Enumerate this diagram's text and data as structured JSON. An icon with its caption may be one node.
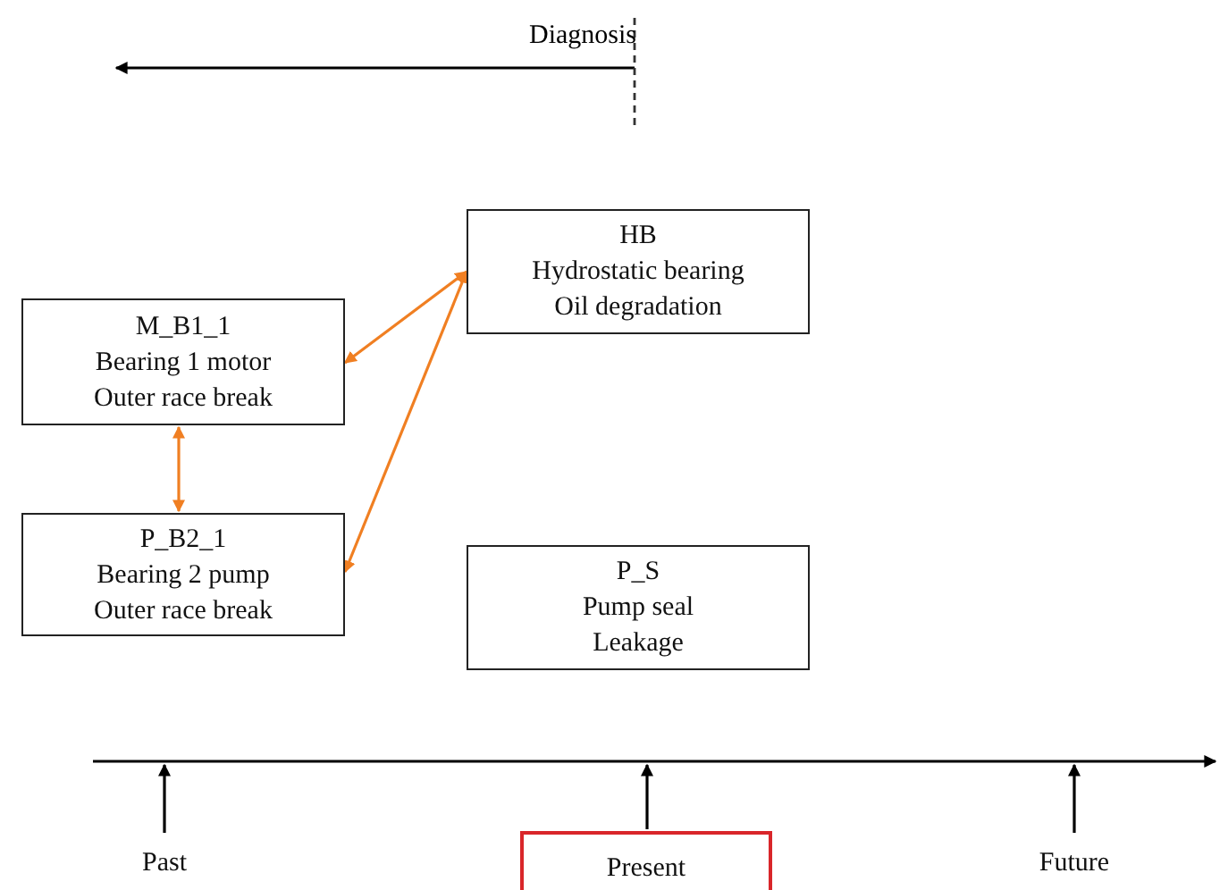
{
  "diagram": {
    "nodes": [
      {
        "text": [
          "HB",
          "Hydrostatic bearing Oil degradation"
        ]
      },
      {
        "text": [
          "M_B1_1",
          "Bearing 1 motor Outer race break"
        ]
      },
      {
        "text": [
          "P_B2_1",
          "Bearing 2 pump Outer race break"
        ]
      },
      {
        "text": [
          "P_S",
          "Pump seal Leakage"
        ]
      },
      {
        "text": [
          "Past"
        ]
      },
      {
        "text": [
          "Present"
        ]
      },
      {
        "text": [
          "Future"
        ]
      }
    ],
    "edges": [
      {
        "from": 1,
        "to": 0,
        "arrow": "both",
        "color": "#f07f22"
      },
      {
        "from": 2,
        "to": 0,
        "arrow": "both",
        "color": "#f07f22"
      },
      {
        "from": 1,
        "to": 2,
        "arrow": "both",
        "color": "#f07f22"
      },
      {
        "from": 4,
        "to": null,
        "arrow": "to",
        "color": "#000000"
      },
      {
        "from": 5,
        "to": null,
        "arrow": "to",
        "color": "#000000"
      },
      {
        "from": 6,
        "to": null,
        "arrow": "to",
        "color": "#000000"
      }
    ],
    "labels": [
      "Diagnosis"
    ]
  }
}
